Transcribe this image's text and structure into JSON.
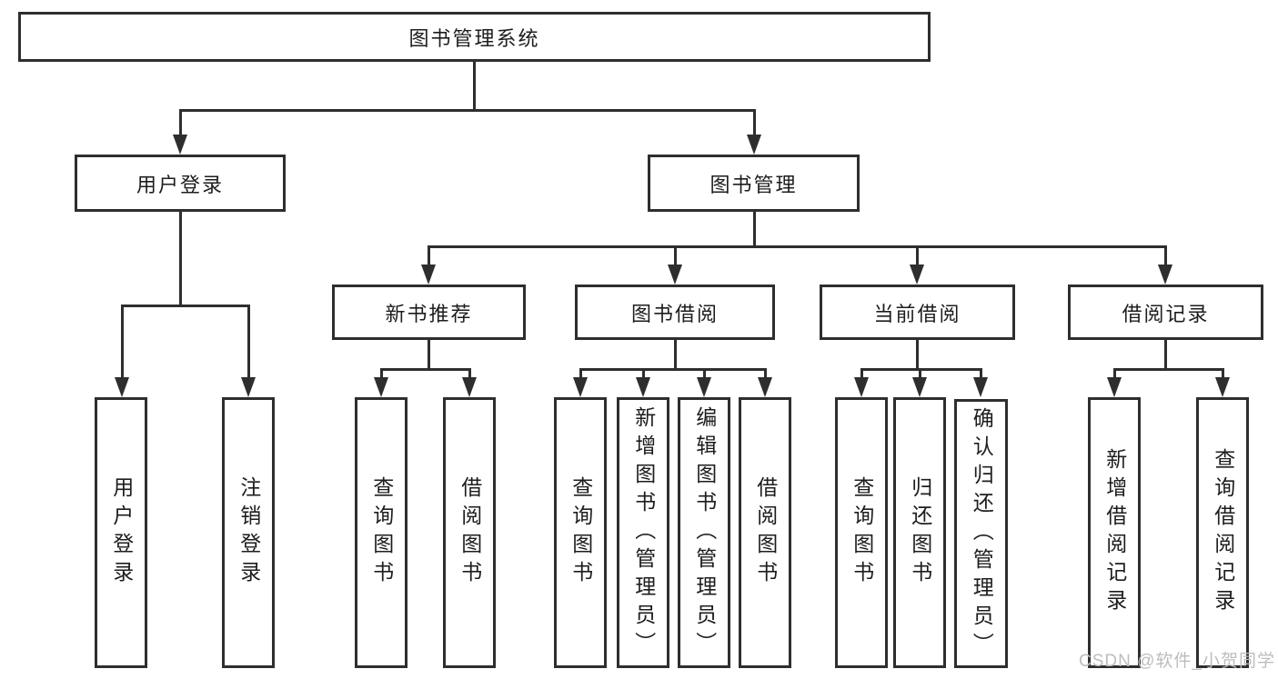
{
  "chart": {
    "root": "图书管理系统",
    "branches": [
      {
        "label": "用户登录",
        "children": [
          {
            "label": "用户登录"
          },
          {
            "label": "注销登录"
          }
        ]
      },
      {
        "label": "图书管理",
        "sections": [
          {
            "label": "新书推荐",
            "children": [
              {
                "label": "查询图书"
              },
              {
                "label": "借阅图书"
              }
            ]
          },
          {
            "label": "图书借阅",
            "children": [
              {
                "label": "查询图书"
              },
              {
                "label": "新增图书（管理员）"
              },
              {
                "label": "编辑图书（管理员）"
              },
              {
                "label": "借阅图书"
              }
            ]
          },
          {
            "label": "当前借阅",
            "children": [
              {
                "label": "查询图书"
              },
              {
                "label": "归还图书"
              },
              {
                "label": "确认归还（管理员）"
              }
            ]
          },
          {
            "label": "借阅记录",
            "children": [
              {
                "label": "新增借阅记录"
              },
              {
                "label": "查询借阅记录"
              }
            ]
          }
        ]
      }
    ]
  },
  "watermark": "CSDN @软件_小贺同学",
  "colors": {
    "line": "#2e2e2e",
    "text": "#1d1d1d",
    "watermark": "#bdbdbd",
    "background": "#ffffff"
  }
}
